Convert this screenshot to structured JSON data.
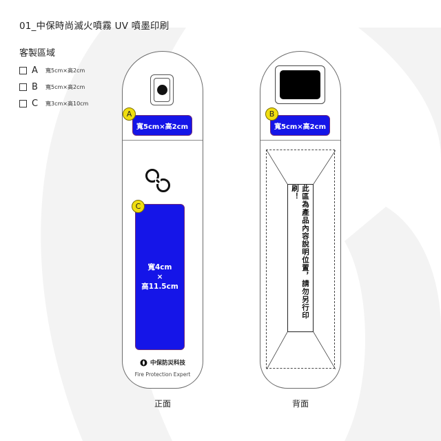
{
  "title": "01_中保時尚滅火噴霧 UV 噴墨印刷",
  "custom_area": {
    "heading": "客製區域",
    "options": [
      {
        "letter": "A",
        "dims": "寬5cm×高2cm",
        "checked": false
      },
      {
        "letter": "B",
        "dims": "寬5cm×高2cm",
        "checked": false
      },
      {
        "letter": "C",
        "dims": "寬3cm×高10cm",
        "checked": false
      }
    ]
  },
  "front": {
    "caption": "正面",
    "area_a": {
      "badge": "A",
      "label": "寬5cm×高2cm"
    },
    "area_c": {
      "badge": "C",
      "line1": "寬4cm",
      "line2": "×",
      "line3": "高11.5cm"
    },
    "brand_name": "中保防災科技",
    "brand_sub": "Fire Protection Expert"
  },
  "back": {
    "caption": "背面",
    "area_b": {
      "badge": "B",
      "label": "寬5cm×高2cm"
    },
    "notice": "此區為產品內容說明位置，請勿另行印刷！"
  },
  "colors": {
    "print_area": "#1515e8",
    "badge": "#f0de10",
    "bottle_outline": "#6b6b6b",
    "background_shape": "#f3f3f3"
  },
  "icons": {
    "brand_mark": "infinity-loop-icon",
    "brand_small": "shield-logo-icon",
    "nozzle": "spray-nozzle-icon"
  }
}
